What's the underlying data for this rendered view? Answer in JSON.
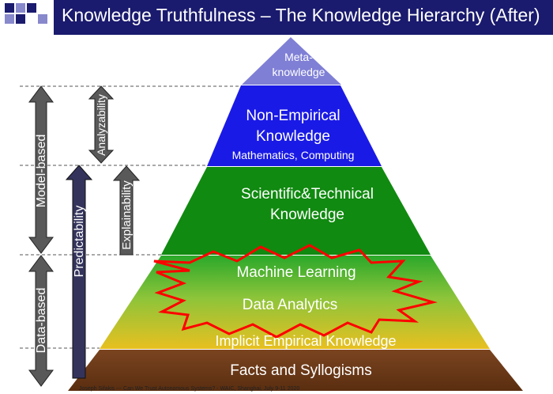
{
  "title": "Knowledge Truthfulness – The Knowledge Hierarchy (After)",
  "pyramid": {
    "meta": [
      "Meta-",
      "knowledge"
    ],
    "non_empirical": [
      "Non-Empirical",
      "Knowledge"
    ],
    "non_empirical_sub": "Mathematics, Computing",
    "scientific": [
      "Scientific&Technical",
      "Knowledge"
    ],
    "machine_learning": "Machine Learning",
    "data_analytics": "Data Analytics",
    "implicit": "Implicit Empirical Knowledge",
    "facts": "Facts and Syllogisms"
  },
  "arrows": {
    "model_based": "Model-based",
    "data_based": "Data-based",
    "predictability": "Predictability",
    "analyzability": "Analyzability",
    "explainability": "Explainability"
  },
  "footer": "Joseph Sifakis --- Can We Trust Autonomous Systems? - WAIC, Shanghai, July 9-11 2020",
  "colors": {
    "title_bar": "#1a1a6e",
    "meta": "#7f7fd6",
    "non_empirical": "#1a1ae6",
    "scientific": "#108a10",
    "empirical_top": "#2aa82a",
    "empirical_bottom": "#e8c020",
    "facts": "#6b3a1a",
    "burst": "#ff0000",
    "arrow_grey": "#595959",
    "arrow_navy": "#33335c"
  }
}
